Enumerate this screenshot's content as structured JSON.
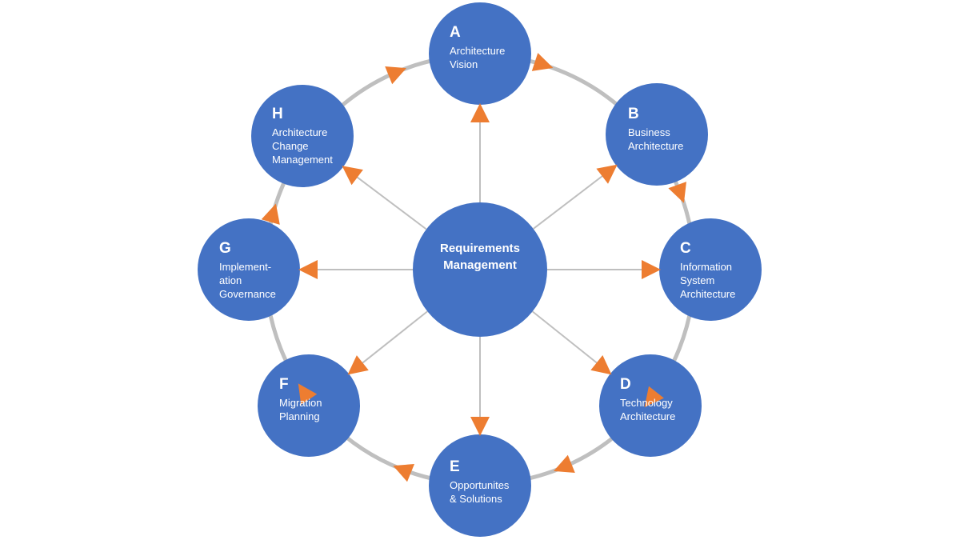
{
  "center": {
    "label": "Requirements\nManagement"
  },
  "phases": [
    {
      "id": "a",
      "letter": "A",
      "label": "Architecture\nVision"
    },
    {
      "id": "b",
      "letter": "B",
      "label": "Business\nArchitecture"
    },
    {
      "id": "c",
      "letter": "C",
      "label": "Information\nSystem\nArchitecture"
    },
    {
      "id": "d",
      "letter": "D",
      "label": "Technology\nArchitecture"
    },
    {
      "id": "e",
      "letter": "E",
      "label": "Opportunites\n& Solutions"
    },
    {
      "id": "f",
      "letter": "F",
      "label": "Migration\nPlanning"
    },
    {
      "id": "g",
      "letter": "G",
      "label": "Implement-\nation\nGovernance"
    },
    {
      "id": "h",
      "letter": "H",
      "label": "Architecture\nChange\nManagement"
    }
  ],
  "colors": {
    "node": "#4472c4",
    "arrow": "#ed7d31",
    "ring": "#bfbfbf",
    "spoke": "#bfbfbf",
    "text": "#ffffff"
  }
}
